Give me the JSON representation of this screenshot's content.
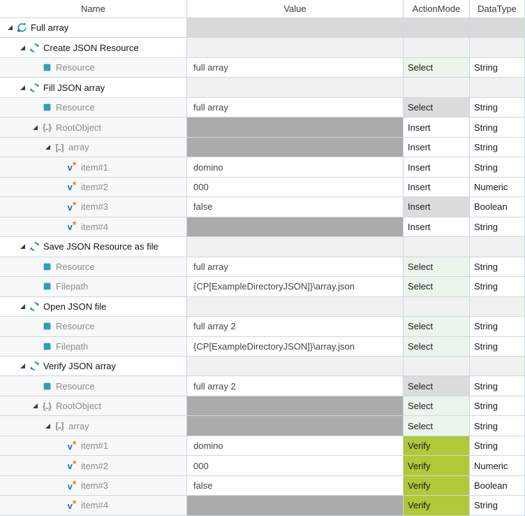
{
  "columns": {
    "name": "Name",
    "value": "Value",
    "action_mode": "ActionMode",
    "data_type": "DataType"
  },
  "colors": {
    "grid_line": "#c9d8e6",
    "verify_green": "#b1c838",
    "select_light_green": "#ecf5ec",
    "cell_gray": "#dcdcdc",
    "value_dark_gray": "#ababab",
    "root_row_gray": "#d9d9d9",
    "section_row_gray": "#f1f1f1",
    "teststep_blue": "#2a7ec2",
    "resource_teal": "#2f9fb4",
    "value_icon_blue": "#1c6fc4",
    "value_icon_orange": "#ef7c00"
  },
  "rows": [
    {
      "level": 0,
      "exp": true,
      "icon": "testcase-icon",
      "name": "Full array",
      "kind": "section",
      "value": "",
      "vbg": "mid",
      "am": "",
      "ambg": "mid",
      "dt": "",
      "dtbg": "mid"
    },
    {
      "level": 1,
      "exp": true,
      "icon": "teststep-icon",
      "name": "Create JSON Resource",
      "kind": "section",
      "value": "",
      "vbg": "light",
      "am": "",
      "ambg": "light",
      "dt": "",
      "dtbg": "light"
    },
    {
      "level": 2,
      "exp": false,
      "icon": "resource-icon",
      "name": "Resource",
      "kind": "child",
      "value": "full array",
      "vbg": "white",
      "am": "Select",
      "ambg": "green",
      "dt": "String",
      "dtbg": "white"
    },
    {
      "level": 1,
      "exp": true,
      "icon": "teststep-icon",
      "name": "Fill JSON array",
      "kind": "section",
      "value": "",
      "vbg": "light",
      "am": "",
      "ambg": "light",
      "dt": "",
      "dtbg": "light"
    },
    {
      "level": 2,
      "exp": false,
      "icon": "resource-icon",
      "name": "Resource",
      "kind": "child",
      "value": "full array",
      "vbg": "white",
      "am": "Select",
      "ambg": "gray",
      "dt": "String",
      "dtbg": "white"
    },
    {
      "level": 2,
      "exp": true,
      "icon": "object-icon",
      "name": "RootObject",
      "kind": "child",
      "value": "",
      "vbg": "dark",
      "am": "Insert",
      "ambg": "white",
      "dt": "String",
      "dtbg": "white"
    },
    {
      "level": 3,
      "exp": true,
      "icon": "array-icon",
      "name": "array",
      "kind": "child",
      "value": "",
      "vbg": "dark",
      "am": "Insert",
      "ambg": "white",
      "dt": "String",
      "dtbg": "white"
    },
    {
      "level": 4,
      "exp": false,
      "icon": "value-icon",
      "name": "item#1",
      "kind": "child",
      "value": "domino",
      "vbg": "white",
      "am": "Insert",
      "ambg": "white",
      "dt": "String",
      "dtbg": "white"
    },
    {
      "level": 4,
      "exp": false,
      "icon": "value-icon",
      "name": "item#2",
      "kind": "child",
      "value": "000",
      "vbg": "white",
      "am": "Insert",
      "ambg": "white",
      "dt": "Numeric",
      "dtbg": "white"
    },
    {
      "level": 4,
      "exp": false,
      "icon": "value-icon",
      "name": "item#3",
      "kind": "child",
      "value": "false",
      "vbg": "white",
      "am": "Insert",
      "ambg": "gray",
      "dt": "Boolean",
      "dtbg": "white"
    },
    {
      "level": 4,
      "exp": false,
      "icon": "value-icon",
      "name": "item#4",
      "kind": "child",
      "value": "",
      "vbg": "dark",
      "am": "Insert",
      "ambg": "white",
      "dt": "String",
      "dtbg": "white"
    },
    {
      "level": 1,
      "exp": true,
      "icon": "teststep-icon",
      "name": "Save JSON Resource as file",
      "kind": "section",
      "value": "",
      "vbg": "light",
      "am": "",
      "ambg": "light",
      "dt": "",
      "dtbg": "light"
    },
    {
      "level": 2,
      "exp": false,
      "icon": "resource-icon",
      "name": "Resource",
      "kind": "child",
      "value": "full array",
      "vbg": "white",
      "am": "Select",
      "ambg": "green",
      "dt": "String",
      "dtbg": "white"
    },
    {
      "level": 2,
      "exp": false,
      "icon": "resource-icon",
      "name": "Filepath",
      "kind": "child",
      "value": "{CP[ExampleDirectoryJSON]}\\array.json",
      "vbg": "white",
      "am": "Select",
      "ambg": "green",
      "dt": "String",
      "dtbg": "white"
    },
    {
      "level": 1,
      "exp": true,
      "icon": "teststep-icon",
      "name": "Open JSON file",
      "kind": "section",
      "value": "",
      "vbg": "light",
      "am": "",
      "ambg": "light",
      "dt": "",
      "dtbg": "light"
    },
    {
      "level": 2,
      "exp": false,
      "icon": "resource-icon",
      "name": "Resource",
      "kind": "child",
      "value": "full array 2",
      "vbg": "white",
      "am": "Select",
      "ambg": "green",
      "dt": "String",
      "dtbg": "white"
    },
    {
      "level": 2,
      "exp": false,
      "icon": "resource-icon",
      "name": "Filepath",
      "kind": "child",
      "value": "{CP[ExampleDirectoryJSON]}\\array.json",
      "vbg": "white",
      "am": "Select",
      "ambg": "green",
      "dt": "String",
      "dtbg": "white"
    },
    {
      "level": 1,
      "exp": true,
      "icon": "teststep-icon",
      "name": "Verify JSON array",
      "kind": "section",
      "value": "",
      "vbg": "light",
      "am": "",
      "ambg": "light",
      "dt": "",
      "dtbg": "light"
    },
    {
      "level": 2,
      "exp": false,
      "icon": "resource-icon",
      "name": "Resource",
      "kind": "child",
      "value": "full array 2",
      "vbg": "white",
      "am": "Select",
      "ambg": "gray",
      "dt": "String",
      "dtbg": "white"
    },
    {
      "level": 2,
      "exp": true,
      "icon": "object-icon",
      "name": "RootObject",
      "kind": "child",
      "value": "",
      "vbg": "dark",
      "am": "Select",
      "ambg": "green",
      "dt": "String",
      "dtbg": "white"
    },
    {
      "level": 3,
      "exp": true,
      "icon": "array-icon",
      "name": "array",
      "kind": "child",
      "value": "",
      "vbg": "dark",
      "am": "Select",
      "ambg": "green",
      "dt": "String",
      "dtbg": "white"
    },
    {
      "level": 4,
      "exp": false,
      "icon": "value-icon",
      "name": "item#1",
      "kind": "child",
      "value": "domino",
      "vbg": "white",
      "am": "Verify",
      "ambg": "verify",
      "dt": "String",
      "dtbg": "white"
    },
    {
      "level": 4,
      "exp": false,
      "icon": "value-icon",
      "name": "item#2",
      "kind": "child",
      "value": "000",
      "vbg": "white",
      "am": "Verify",
      "ambg": "verify",
      "dt": "Numeric",
      "dtbg": "white"
    },
    {
      "level": 4,
      "exp": false,
      "icon": "value-icon",
      "name": "item#3",
      "kind": "child",
      "value": "false",
      "vbg": "white",
      "am": "Verify",
      "ambg": "verify",
      "dt": "Boolean",
      "dtbg": "white"
    },
    {
      "level": 4,
      "exp": false,
      "icon": "value-icon",
      "name": "item#4",
      "kind": "child",
      "value": "",
      "vbg": "dark",
      "am": "Verify",
      "ambg": "verify",
      "dt": "String",
      "dtbg": "white"
    }
  ]
}
